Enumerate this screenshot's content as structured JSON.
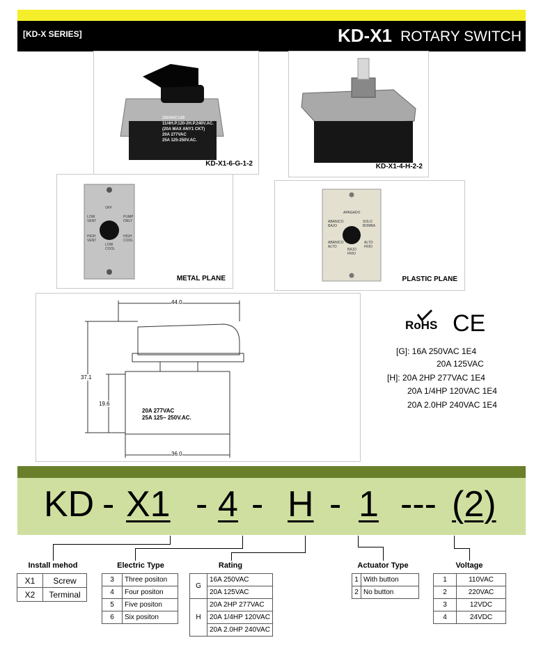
{
  "header": {
    "series": "[KD-X  SERIES]",
    "model": "KD-X1",
    "kind": "ROTARY SWITCH"
  },
  "photos": {
    "p1": {
      "caption": "KD-X1-6-G-1-2",
      "label_lines": [
        "2804HC149",
        "11/4H.P.120-2H.P.240V.AC.",
        "(20A MAX ANY1 CKT)",
        "20A 277VAC",
        "25A 125-250V.AC."
      ]
    },
    "p2": {
      "caption": "KD-X1-4-H-2-2"
    },
    "p3": {
      "caption": "METAL PLANE",
      "dial": [
        "OFF",
        "LOW VENT",
        "PUMP ONLY",
        "HIGH VENT",
        "HIGH COOL",
        "LOW COOL"
      ]
    },
    "p4": {
      "caption": "PLASTIC PLANE",
      "dial": [
        "APAGADO",
        "ABANICO BAJO",
        "SOLO BOMBA",
        "ABANICO ALTO",
        "ALTO FRIO",
        "BAJO FRIO"
      ]
    }
  },
  "drawing": {
    "dim_top": "44.0",
    "dim_height": "37.1",
    "dim_body": "19.6",
    "dim_bottom": "36.0",
    "rating_lines": [
      "20A 277VAC",
      "25A  125~ 250V.AC."
    ]
  },
  "certs": {
    "rohs": "RoHS",
    "ce": "CE",
    "lines": [
      "[G]:  16A 250VAC  1E4",
      "20A 125VAC",
      "[H]:  20A 2HP 277VAC 1E4",
      "20A 1/4HP 120VAC 1E4",
      "20A 2.0HP 240VAC 1E4"
    ]
  },
  "code": {
    "kd": "KD",
    "dash1": "-",
    "x1": "X1",
    "dash2": "-",
    "four": "4",
    "dash3": "-",
    "h": "H",
    "dash4": "-",
    "one": "1",
    "dash5": "---",
    "two": "(2)"
  },
  "install": {
    "title": "Install mehod",
    "rows": [
      [
        "X1",
        "Screw"
      ],
      [
        "X2",
        "Terminal"
      ]
    ]
  },
  "electric": {
    "title": "Electric Type",
    "rows": [
      [
        "3",
        "Three positon"
      ],
      [
        "4",
        "Four positon"
      ],
      [
        "5",
        "Five positon"
      ],
      [
        "6",
        "Six positon"
      ]
    ]
  },
  "rating": {
    "title": "Rating",
    "g": "G",
    "h": "H",
    "g_rows": [
      "16A  250VAC",
      "20A  125VAC"
    ],
    "h_rows": [
      "20A 2HP 277VAC",
      "20A 1/4HP 120VAC",
      "20A 2.0HP 240VAC"
    ]
  },
  "actuator": {
    "title": "Actuator Type",
    "rows": [
      [
        "1",
        "With button"
      ],
      [
        "2",
        "No button"
      ]
    ]
  },
  "voltage": {
    "title": "Voltage",
    "rows": [
      [
        "1",
        "110VAC"
      ],
      [
        "2",
        "220VAC"
      ],
      [
        "3",
        "12VDC"
      ],
      [
        "4",
        "24VDC"
      ]
    ]
  }
}
